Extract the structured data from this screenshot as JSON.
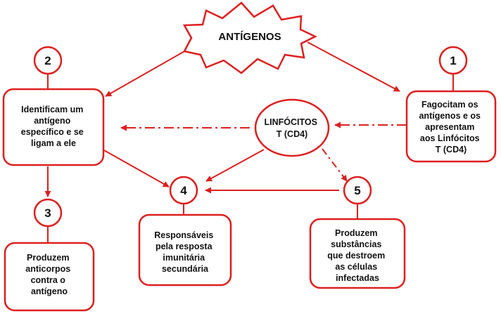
{
  "colors": {
    "accent": "#dd1f1f",
    "text": "#111111",
    "background": "#ffffff"
  },
  "antigenos": {
    "label": "ANTÍGENOS"
  },
  "linfocitos": {
    "lines": [
      "LINFÓCITOS",
      "T (CD4)"
    ]
  },
  "nodes": [
    {
      "id": "1",
      "number": "1",
      "lines": [
        "Fagocitam os",
        "antígenos e os",
        "apresentam",
        "aos Linfócitos",
        "T (CD4)"
      ]
    },
    {
      "id": "2",
      "number": "2",
      "lines": [
        "Identificam um",
        "antígeno",
        "específico e se",
        "ligam a ele"
      ]
    },
    {
      "id": "3",
      "number": "3",
      "lines": [
        "Produzem",
        "anticorpos",
        "contra o",
        "antígeno"
      ]
    },
    {
      "id": "4",
      "number": "4",
      "lines": [
        "Responsáveis",
        "pela resposta",
        "imunitária",
        "secundária"
      ]
    },
    {
      "id": "5",
      "number": "5",
      "lines": [
        "Produzem",
        "substâncias",
        "que destroem",
        "as células",
        "infectadas"
      ]
    }
  ]
}
